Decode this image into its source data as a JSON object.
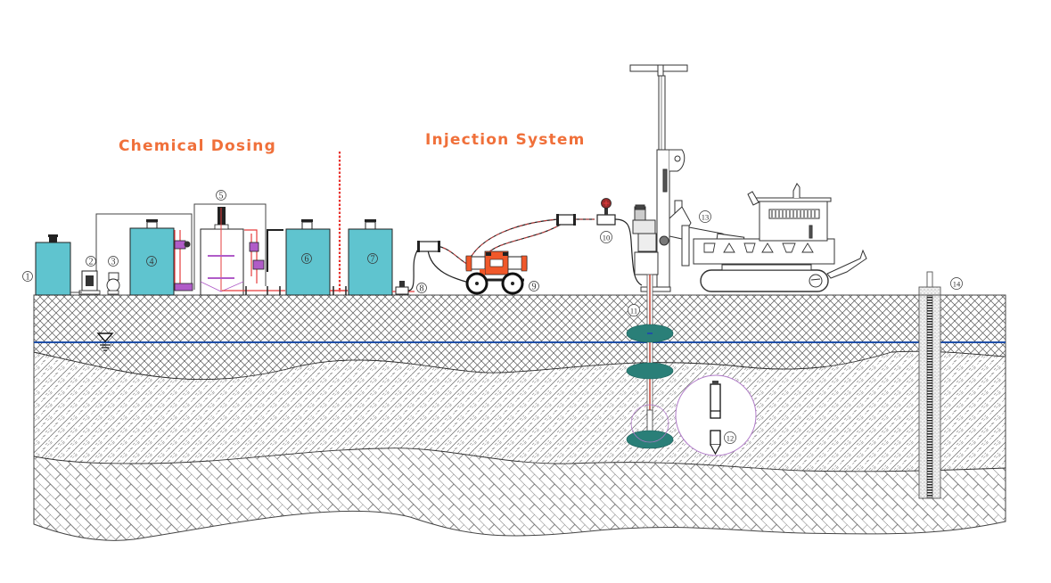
{
  "diagram": {
    "type": "in-situ chemical injection process schematic (cross-section)",
    "sections": [
      {
        "id": "dosing",
        "title": "Chemical Dosing"
      },
      {
        "id": "injection",
        "title": "Injection System"
      }
    ],
    "colors": {
      "section_title": "#f0703a",
      "tank_fill": "#5fc4cf",
      "groundwater_line": "#1f4fa8",
      "injection_plume": "#2a7f78",
      "divider": "#e8322d",
      "pipe_accent": "#e63c3c",
      "pump_cart": "#f0582a",
      "mixer_accent": "#b05cc8"
    },
    "components": [
      {
        "number": "1",
        "marker": "①",
        "kind": "tank"
      },
      {
        "number": "2",
        "marker": "②",
        "kind": "diaphragm-pump"
      },
      {
        "number": "3",
        "marker": "③",
        "kind": "transfer-pump"
      },
      {
        "number": "4",
        "marker": "④",
        "kind": "tank"
      },
      {
        "number": "5",
        "marker": "⑤",
        "kind": "mixing-tank"
      },
      {
        "number": "6",
        "marker": "⑥",
        "kind": "tank"
      },
      {
        "number": "7",
        "marker": "⑦",
        "kind": "tank"
      },
      {
        "number": "8",
        "marker": "⑧",
        "kind": "valve"
      },
      {
        "number": "9",
        "marker": "⑨",
        "kind": "injection-pump-cart"
      },
      {
        "number": "10",
        "marker": "⑩",
        "kind": "pressure-gauge"
      },
      {
        "number": "11",
        "marker": "⑪",
        "kind": "injection-rod"
      },
      {
        "number": "12",
        "marker": "⑫",
        "kind": "injection-tip"
      },
      {
        "number": "13",
        "marker": "⑬",
        "kind": "crawler-drill-rig"
      },
      {
        "number": "14",
        "marker": "⑭",
        "kind": "monitoring-well"
      }
    ],
    "soil_layers": [
      {
        "name": "fill-layer",
        "pattern": "cross-hatch"
      },
      {
        "name": "silty-clay-layer",
        "pattern": "diagonal-dashed"
      },
      {
        "name": "bedrock-layer",
        "pattern": "brick"
      }
    ],
    "groundwater_symbol": "water-table-icon"
  }
}
